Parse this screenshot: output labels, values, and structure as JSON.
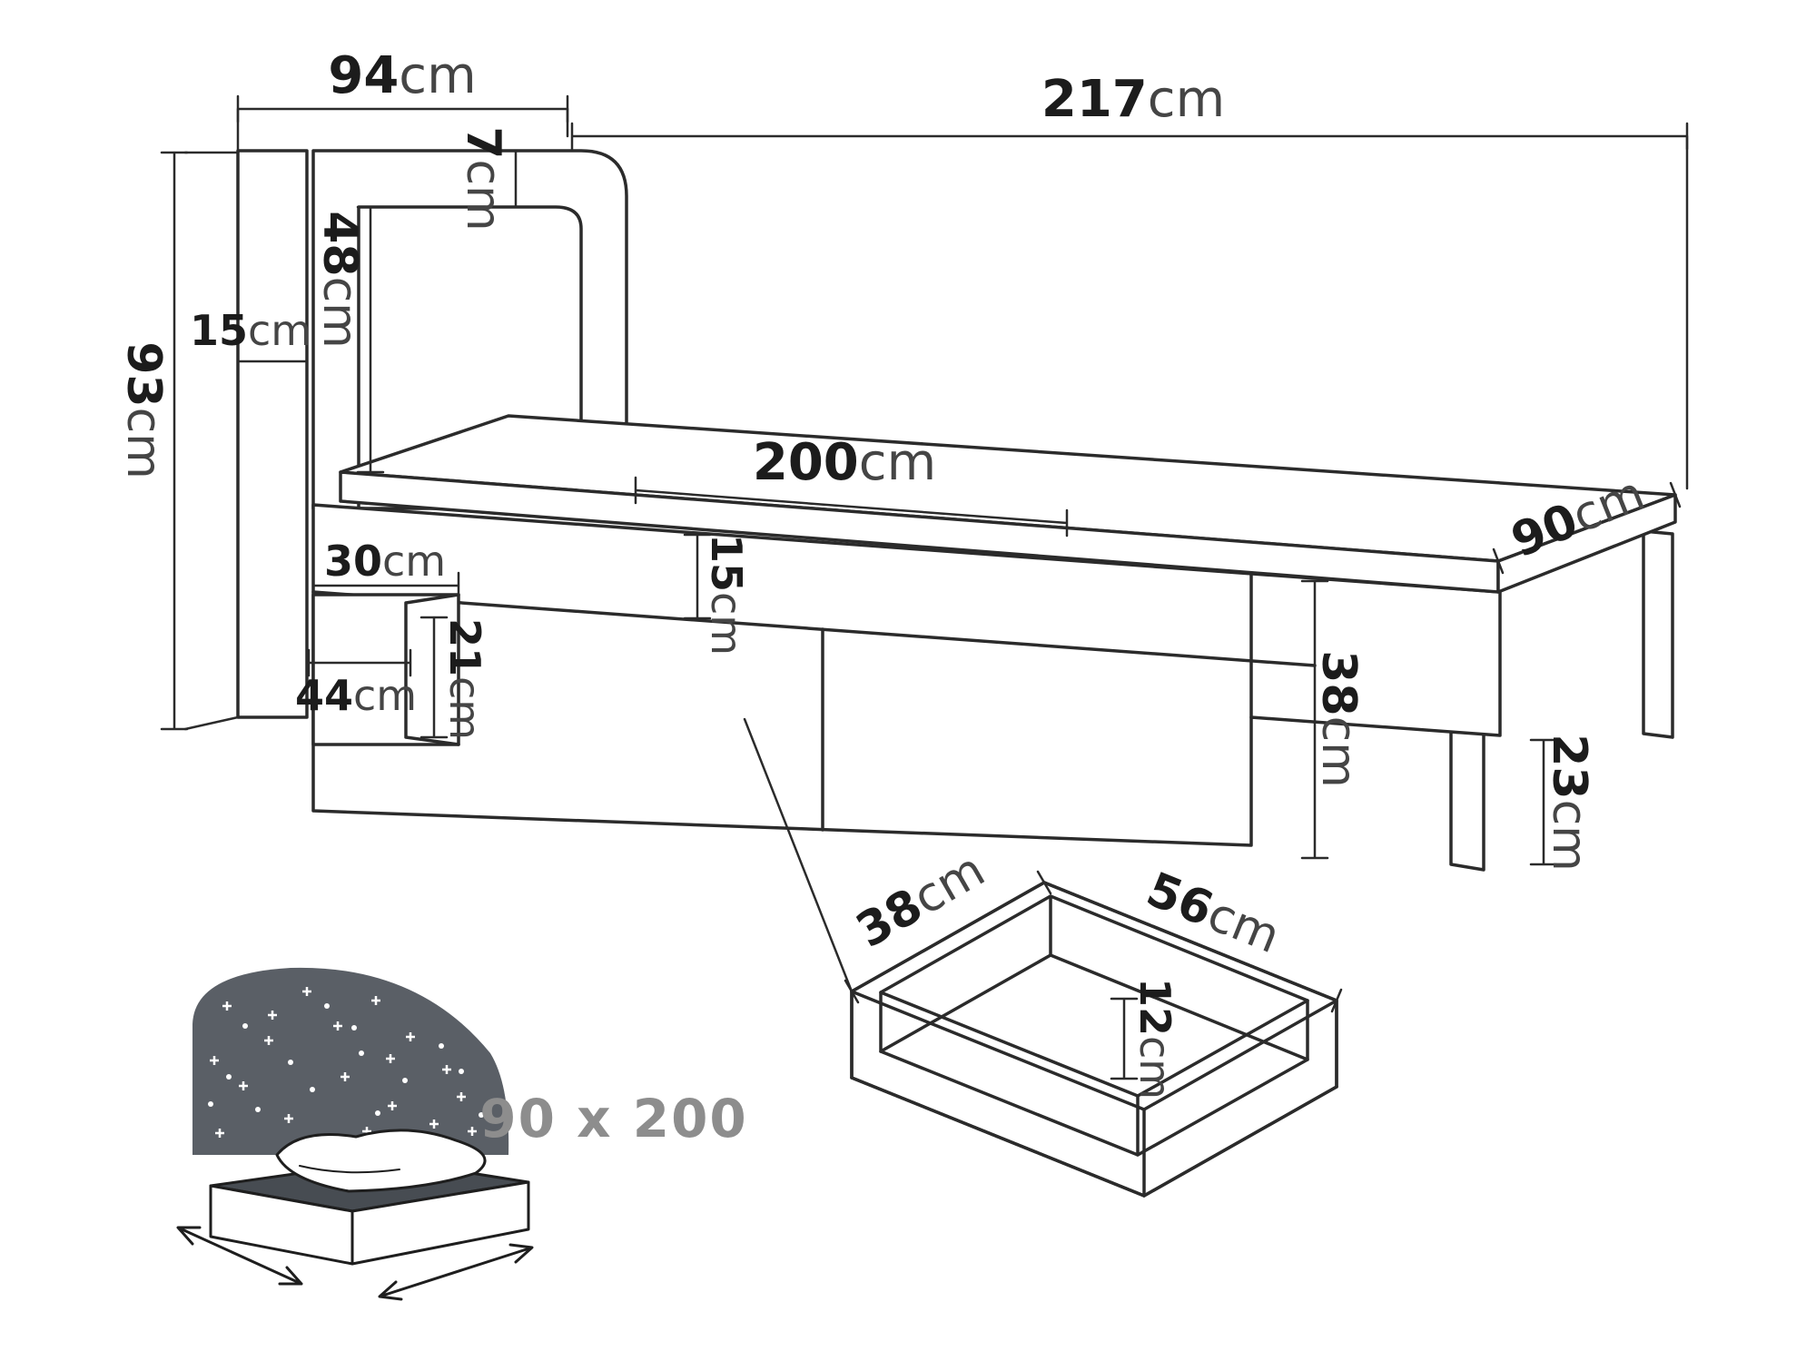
{
  "dims": {
    "d94": {
      "num": "94",
      "unit": "cm"
    },
    "d217": {
      "num": "217",
      "unit": "cm"
    },
    "d7": {
      "num": "7",
      "unit": "cm"
    },
    "d48": {
      "num": "48",
      "unit": "cm"
    },
    "d15_panel": {
      "num": "15",
      "unit": "cm"
    },
    "d93": {
      "num": "93",
      "unit": "cm"
    },
    "d200": {
      "num": "200",
      "unit": "cm"
    },
    "d90": {
      "num": "90",
      "unit": "cm"
    },
    "d30": {
      "num": "30",
      "unit": "cm"
    },
    "d15_frame": {
      "num": "15",
      "unit": "cm"
    },
    "d21": {
      "num": "21",
      "unit": "cm"
    },
    "d44": {
      "num": "44",
      "unit": "cm"
    },
    "d38_base": {
      "num": "38",
      "unit": "cm"
    },
    "d23": {
      "num": "23",
      "unit": "cm"
    },
    "d38_drawer": {
      "num": "38",
      "unit": "cm"
    },
    "d56": {
      "num": "56",
      "unit": "cm"
    },
    "d12": {
      "num": "12",
      "unit": "cm"
    }
  },
  "size_label": {
    "text": "90 x 200"
  },
  "icons": {
    "bed_icon": "bed-with-starry-headboard-icon"
  },
  "colors": {
    "line": "#2b2b2b",
    "number": "#1c1c1c",
    "unit": "#454545",
    "muted_label": "#8d8d8d",
    "icon_dark": "#5a5f66"
  }
}
